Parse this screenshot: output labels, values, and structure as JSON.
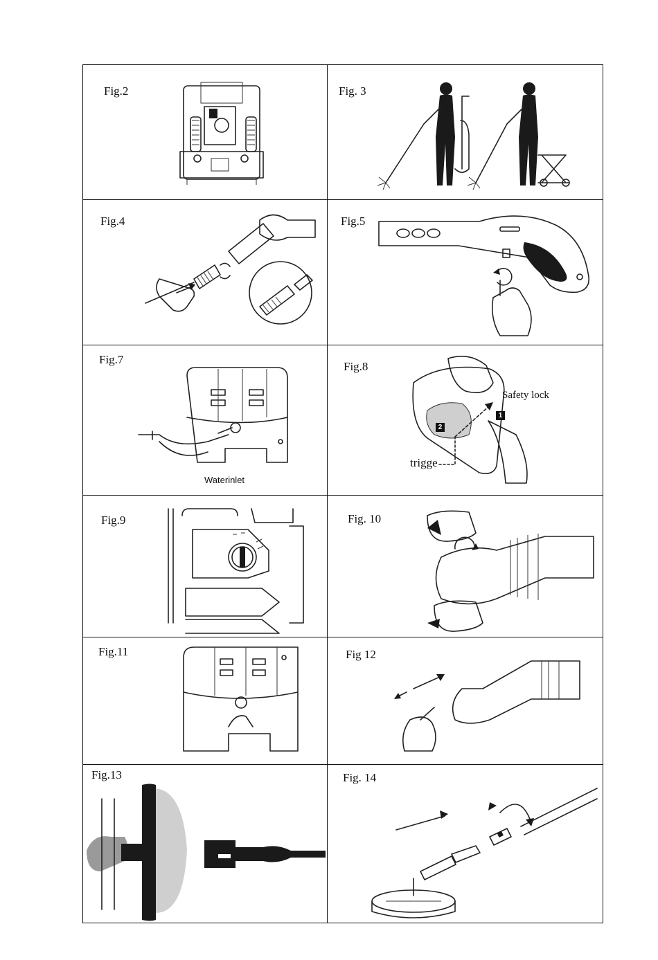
{
  "figures": {
    "fig2": {
      "label": "Fig.2"
    },
    "fig3": {
      "label": "Fig. 3"
    },
    "fig4": {
      "label": "Fig.4"
    },
    "fig5": {
      "label": "Fig.5"
    },
    "fig7": {
      "label": "Fig.7",
      "annotations": {
        "water_inlet": "Waterinlet"
      }
    },
    "fig8": {
      "label": "Fig.8",
      "annotations": {
        "safety_lock": "Safety lock",
        "trigger": "trigge",
        "marker1": "1",
        "marker2": "2"
      }
    },
    "fig9": {
      "label": "Fig.9"
    },
    "fig10": {
      "label": "Fig. 10"
    },
    "fig11": {
      "label": "Fig.11"
    },
    "fig12": {
      "label": "Fig 12"
    },
    "fig13": {
      "label": "Fig.13"
    },
    "fig14": {
      "label": "Fig. 14"
    }
  }
}
